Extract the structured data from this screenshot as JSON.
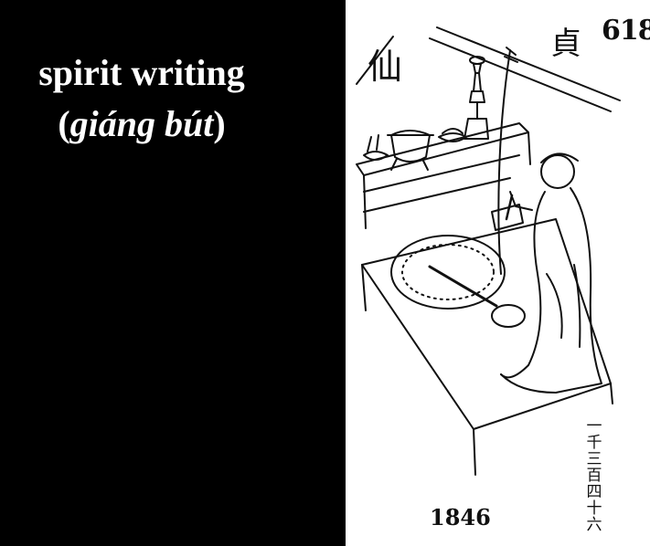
{
  "caption": {
    "line1": "spirit writing",
    "line2_open": "(",
    "line2_italic": "giáng bút",
    "line2_close": ")"
  },
  "illustration": {
    "label_right_char": "貞",
    "label_left_char": "仙",
    "plate_number": "618",
    "year": "1846",
    "vertical_count_chars": [
      "一",
      "千",
      "三",
      "百",
      "四",
      "十",
      "六"
    ]
  },
  "colors": {
    "left_background": "#000000",
    "caption_text": "#ffffff",
    "plate_background": "#ffffff",
    "ink": "#111111"
  }
}
